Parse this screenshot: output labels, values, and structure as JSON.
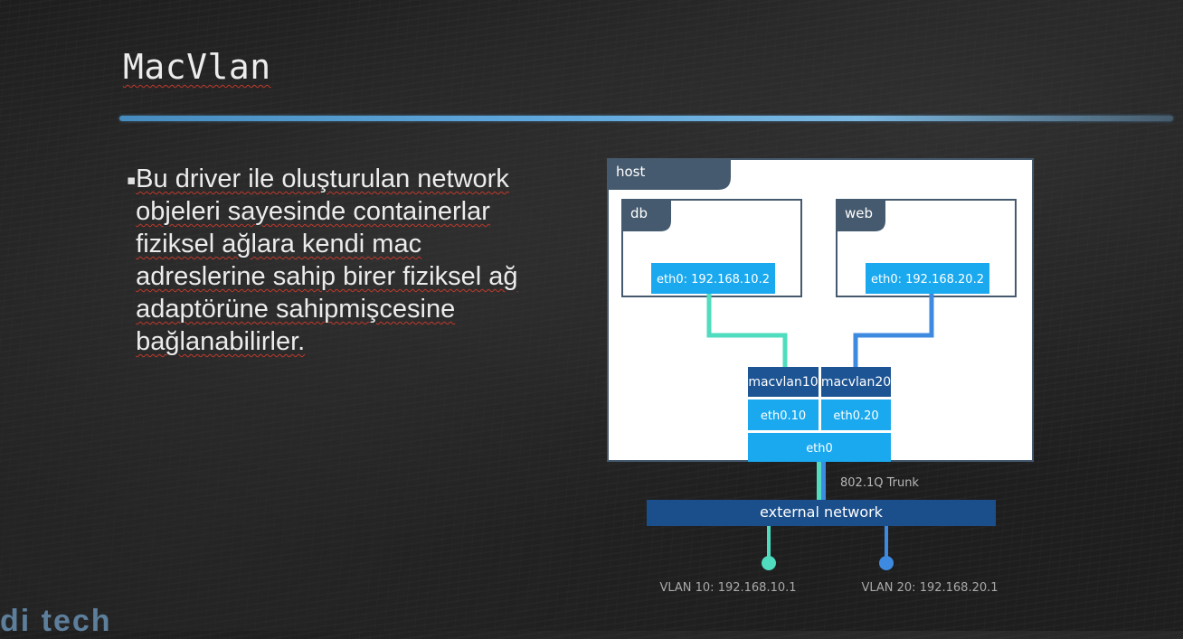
{
  "slide": {
    "title": "MacVlan",
    "bullet_symbol": "▪",
    "bullet_text": "Bu driver ile oluşturulan network objeleri sayesinde containerlar fiziksel ağlara kendi mac adreslerine sahip birer fiziksel ağ adaptörüne sahipmişcesine bağlanabilirler.",
    "logo_text": "di tech"
  },
  "diagram": {
    "host_label": "host",
    "containers": [
      {
        "label": "db",
        "interface": "eth0: 192.168.10.2"
      },
      {
        "label": "web",
        "interface": "eth0: 192.168.20.2"
      }
    ],
    "macvlans": [
      "macvlan10",
      "macvlan20"
    ],
    "subinterfaces": [
      "eth0.10",
      "eth0.20"
    ],
    "host_interface": "eth0",
    "trunk_label": "802.1Q Trunk",
    "external_label": "external network",
    "vlans": [
      "VLAN 10: 192.168.10.1",
      "VLAN 20: 192.168.20.1"
    ]
  },
  "colors": {
    "tab_dark": "#455a6e",
    "box_light_blue": "#1aa9ef",
    "box_dark_blue": "#1c5494",
    "external_blue": "#1a4f8c",
    "line_teal": "#4fdcbf",
    "line_blue": "#3d8ae0",
    "rule_blue": "#5fa8dd"
  }
}
